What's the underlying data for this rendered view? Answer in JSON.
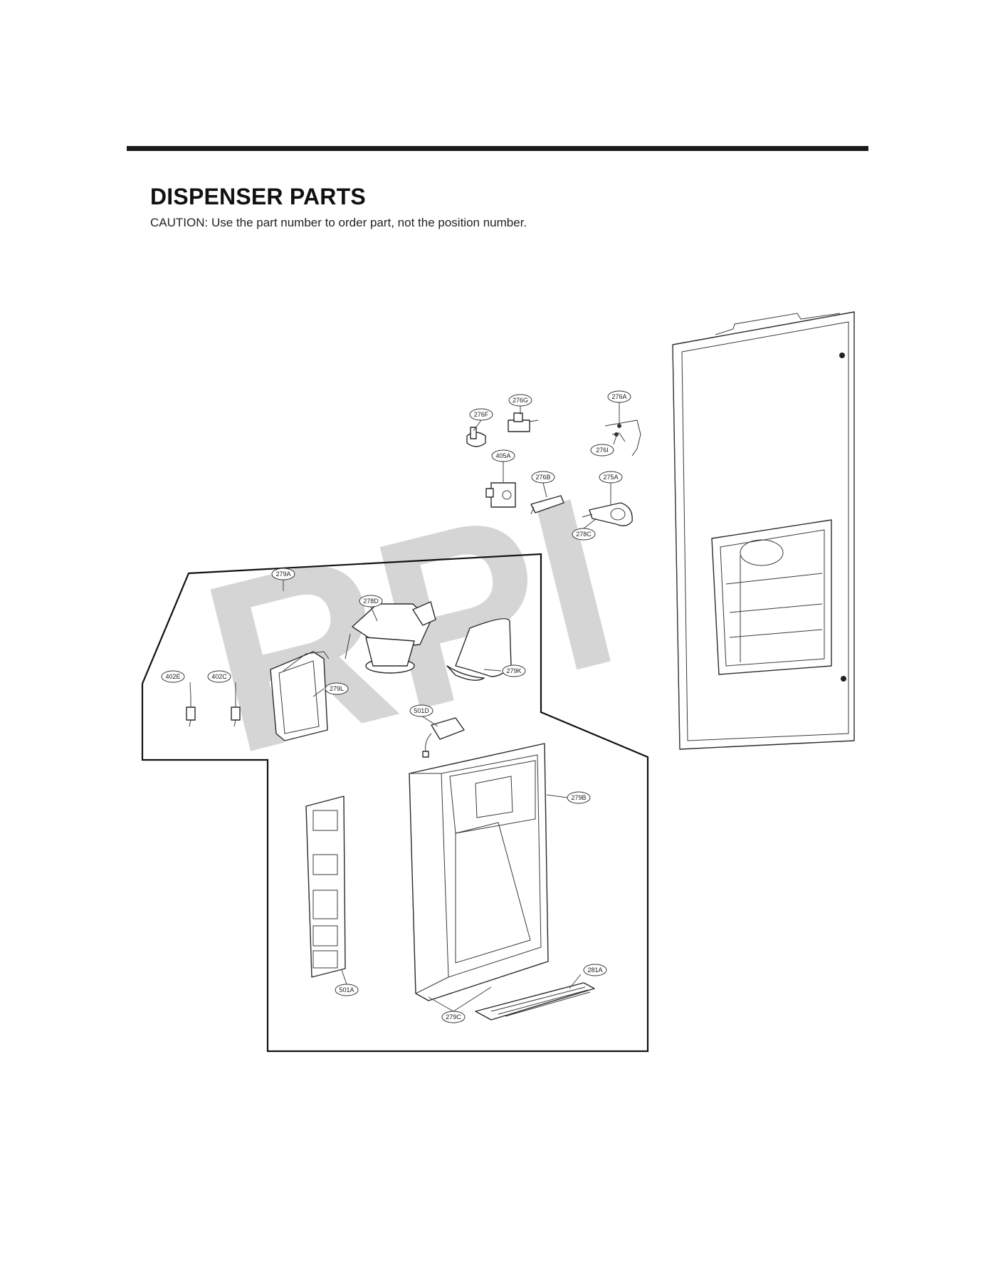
{
  "header": {
    "title": "DISPENSER PARTS",
    "caution": "CAUTION: Use the part number to order part, not the position number."
  },
  "watermark": "RPI",
  "callouts": [
    "276A",
    "276G",
    "276F",
    "276I",
    "405A",
    "276B",
    "275A",
    "278C",
    "279A",
    "278D",
    "279K",
    "402E",
    "402C",
    "279L",
    "501D",
    "279B",
    "501A",
    "281A",
    "279C"
  ]
}
